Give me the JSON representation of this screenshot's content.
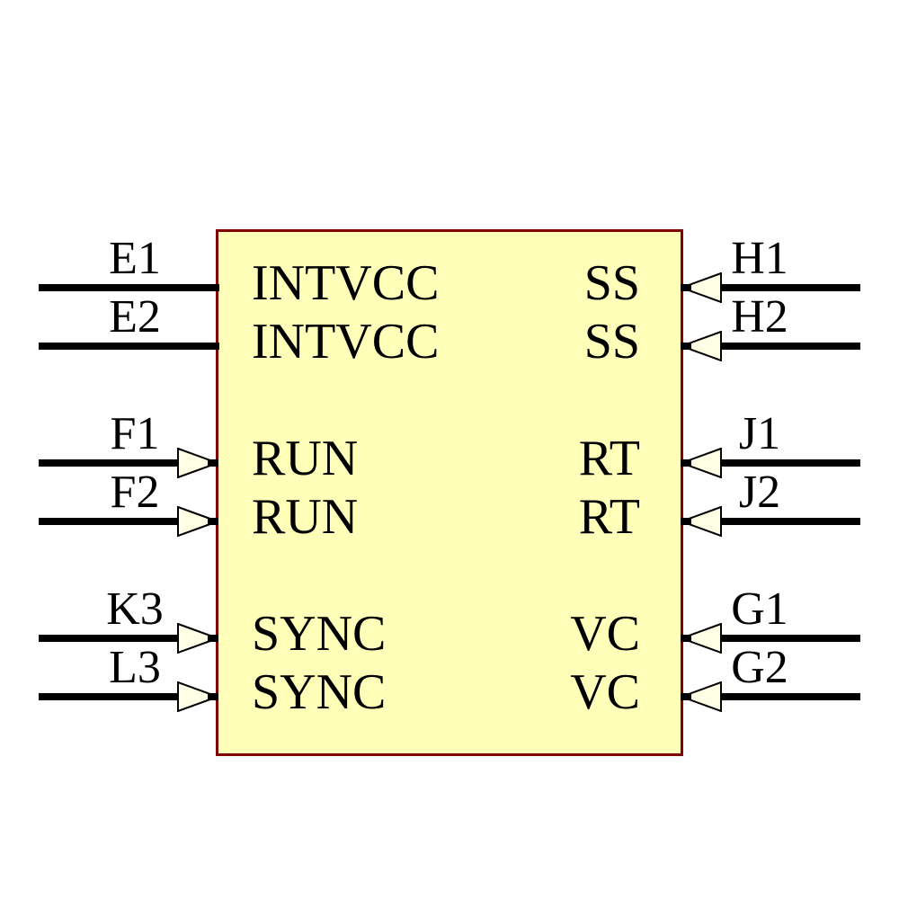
{
  "background_color": "#FFFFFF",
  "symbol": {
    "type": "schematic-component",
    "body_fill": "#FFFFB9",
    "body_border_color": "#800000",
    "wire_color": "#000000",
    "arrow_fill": "#FFFFE6",
    "text_color": "#000000",
    "left_pins": [
      {
        "designator": "E1",
        "name": "INTVCC",
        "arrow": false
      },
      {
        "designator": "E2",
        "name": "INTVCC",
        "arrow": false
      },
      {
        "designator": "F1",
        "name": "RUN",
        "arrow": true
      },
      {
        "designator": "F2",
        "name": "RUN",
        "arrow": true
      },
      {
        "designator": "K3",
        "name": "SYNC",
        "arrow": true
      },
      {
        "designator": "L3",
        "name": "SYNC",
        "arrow": true
      }
    ],
    "right_pins": [
      {
        "designator": "H1",
        "name": "SS",
        "arrow": true
      },
      {
        "designator": "H2",
        "name": "SS",
        "arrow": true
      },
      {
        "designator": "J1",
        "name": "RT",
        "arrow": true
      },
      {
        "designator": "J2",
        "name": "RT",
        "arrow": true
      },
      {
        "designator": "G1",
        "name": "VC",
        "arrow": true
      },
      {
        "designator": "G2",
        "name": "VC",
        "arrow": true
      }
    ]
  }
}
